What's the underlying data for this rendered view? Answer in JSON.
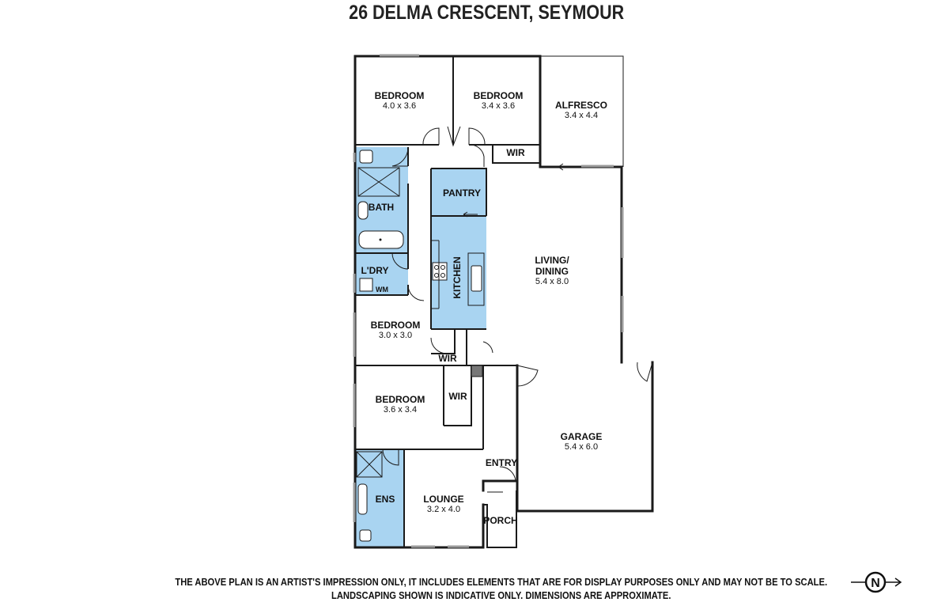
{
  "title": "26 DELMA CRESCENT, SEYMOUR",
  "colors": {
    "wet_area": "#a9d4f1",
    "wall": "#1a1a1a",
    "window": "#9a9a9a"
  },
  "rooms": {
    "bedroom1": {
      "name": "BEDROOM",
      "dims": "4.0 x 3.6"
    },
    "bedroom2": {
      "name": "BEDROOM",
      "dims": "3.4 x 3.6"
    },
    "alfresco": {
      "name": "ALFRESCO",
      "dims": "3.4 x 4.4"
    },
    "wir1": {
      "name": "WIR"
    },
    "pantry": {
      "name": "PANTRY"
    },
    "bath": {
      "name": "BATH"
    },
    "kitchen": {
      "name": "KITCHEN"
    },
    "living": {
      "name": "LIVING/",
      "name2": "DINING",
      "dims": "5.4 x 8.0"
    },
    "laundry": {
      "name": "L'DRY",
      "wm": "WM"
    },
    "bedroom3": {
      "name": "BEDROOM",
      "dims": "3.0 x 3.0"
    },
    "wir2": {
      "name": "WIR"
    },
    "bedroom4": {
      "name": "BEDROOM",
      "dims": "3.6 x 3.4"
    },
    "wir3": {
      "name": "WIR"
    },
    "garage": {
      "name": "GARAGE",
      "dims": "5.4 x 6.0"
    },
    "entry": {
      "name": "ENTRY"
    },
    "ens": {
      "name": "ENS"
    },
    "lounge": {
      "name": "LOUNGE",
      "dims": "3.2 x 4.0"
    },
    "porch": {
      "name": "PORCH"
    }
  },
  "disclaimer": {
    "line1": "THE ABOVE PLAN IS AN ARTIST'S IMPRESSION ONLY, IT INCLUDES ELEMENTS THAT ARE FOR DISPLAY PURPOSES ONLY AND MAY NOT BE TO SCALE.",
    "line2": "LANDSCAPING SHOWN IS INDICATIVE ONLY. DIMENSIONS ARE APPROXIMATE."
  },
  "compass": {
    "label": "N"
  }
}
